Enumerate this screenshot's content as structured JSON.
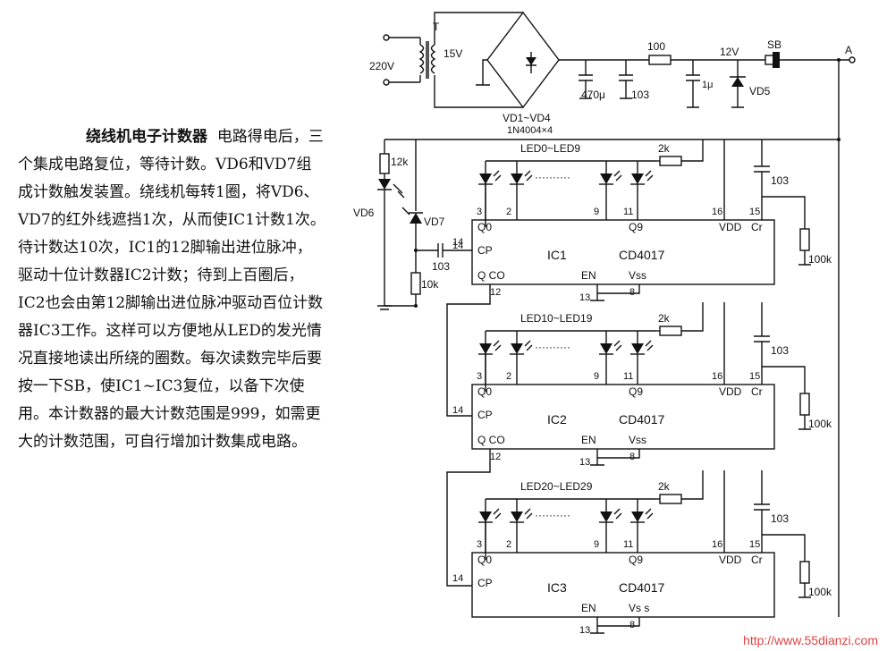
{
  "article": {
    "title": "绕线机电子计数器",
    "body": "电路得电后，三个集成电路复位，等待计数。VD6和VD7组成计数触发装置。绕线机每转1圈，将VD6、VD7的红外线遮挡1次，从而使IC1计数1次。待计数达10次，IC1的12脚输出进位脉冲，驱动十位计数器IC2计数；待到上百圈后，IC2也会由第12脚输出进位脉冲驱动百位计数器IC3工作。这样可以方便地从LED的发光情况直接地读出所绕的圈数。每次读数完毕后要按一下SB，使IC1~IC3复位，以备下次使用。本计数器的最大计数范围是999，如需更大的计数范围，可自行增加计数集成电路。"
  },
  "psu": {
    "ac_in": "220V",
    "transformer": "T",
    "secondary": "15V",
    "bridge": "VD1~VD4",
    "bridge_part": "1N4004×4",
    "c_bulk": "470μ",
    "c_hf": "103",
    "r_series": "100",
    "v_reg": "12V",
    "c_reg": "1μ",
    "zener": "VD5",
    "switch": "SB",
    "node": "A"
  },
  "trigger": {
    "r_led": "12k",
    "emitter": "VD6",
    "receiver": "VD7",
    "c_couple": "103",
    "r_pull": "10k",
    "cp_pin": "14"
  },
  "stages": [
    {
      "ic": "IC1",
      "chip": "CD4017",
      "leds": "LED0~LED9",
      "r_led": "2k",
      "c_reset": "103",
      "r_reset": "100k",
      "pin_q0": "3",
      "pin_q1": "2",
      "dots": "··········",
      "pin_q8": "9",
      "pin_q9": "11",
      "pin_vdd": "16",
      "pin_cr": "15",
      "q0": "Q0",
      "q9": "Q9",
      "vdd": "VDD",
      "cr": "Cr",
      "cp": "CP",
      "co": "Q  CO",
      "en": "EN",
      "vss": "Vss",
      "pin_cp": "14",
      "pin_co": "12",
      "pin_en": "13",
      "pin_vss": "8"
    },
    {
      "ic": "IC2",
      "chip": "CD4017",
      "leds": "LED10~LED19",
      "r_led": "2k",
      "c_reset": "103",
      "r_reset": "100k",
      "pin_q0": "3",
      "pin_q1": "2",
      "dots": "··········",
      "pin_q8": "9",
      "pin_q9": "11",
      "pin_vdd": "16",
      "pin_cr": "15",
      "q0": "Q0",
      "q9": "Q9",
      "vdd": "VDD",
      "cr": "Cr",
      "cp": "CP",
      "co": "Q  CO",
      "en": "EN",
      "vss": "Vss",
      "pin_cp": "14",
      "pin_co": "12",
      "pin_en": "13",
      "pin_vss": "8"
    },
    {
      "ic": "IC3",
      "chip": "CD4017",
      "leds": "LED20~LED29",
      "r_led": "2k",
      "c_reset": "103",
      "r_reset": "100k",
      "pin_q0": "3",
      "pin_q1": "2",
      "dots": "··········",
      "pin_q8": "9",
      "pin_q9": "11",
      "pin_vdd": "16",
      "pin_cr": "15",
      "q0": "Q0",
      "q9": "Q9",
      "vdd": "VDD",
      "cr": "Cr",
      "cp": "CP",
      "co": "",
      "en": "EN",
      "vss": "Vs s",
      "pin_cp": "14",
      "pin_co": "",
      "pin_en": "13",
      "pin_vss": "8"
    }
  ],
  "watermark": "http://www.55dianzi.com"
}
